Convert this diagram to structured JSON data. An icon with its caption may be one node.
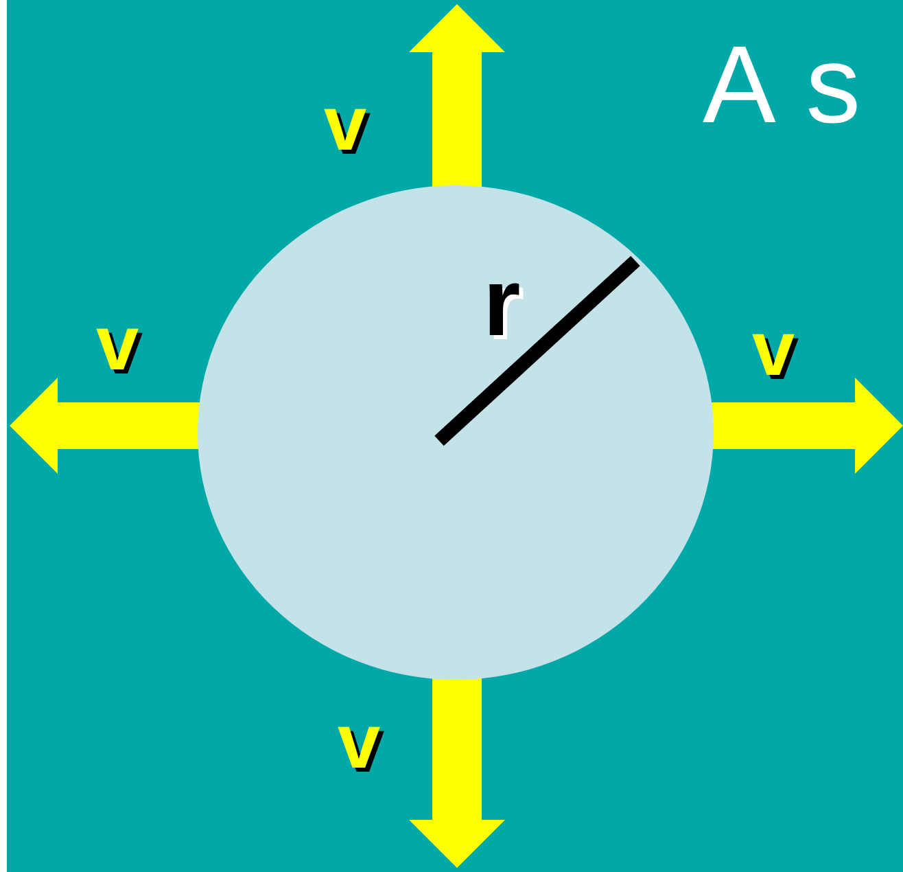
{
  "diagram": {
    "nodes": [
      {
        "text": [
          "r"
        ]
      }
    ],
    "labels": [
      "A s",
      "v",
      "v",
      "v",
      "v"
    ]
  }
}
